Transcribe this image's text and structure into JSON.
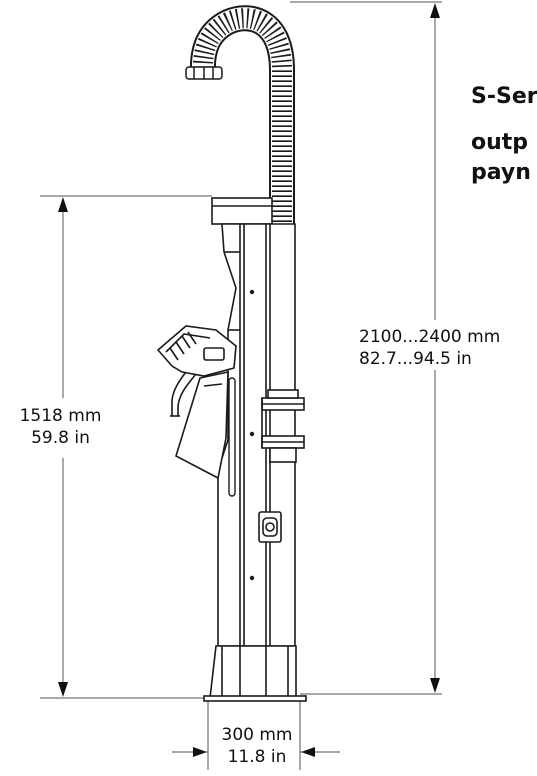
{
  "dimensions": {
    "unit_height": {
      "metric": "1518 mm",
      "imperial": "59.8 in"
    },
    "total_height": {
      "metric": "2100...2400 mm",
      "imperial": "82.7...94.5 in"
    },
    "base_width": {
      "metric": "300 mm",
      "imperial": "11.8 in"
    }
  },
  "description_text": {
    "line1": "S-Ser",
    "line2": "outp",
    "line3": "payn"
  },
  "colors": {
    "line": "#1a1a1a",
    "fill": "#ffffff",
    "dimension_line": "#555555"
  }
}
